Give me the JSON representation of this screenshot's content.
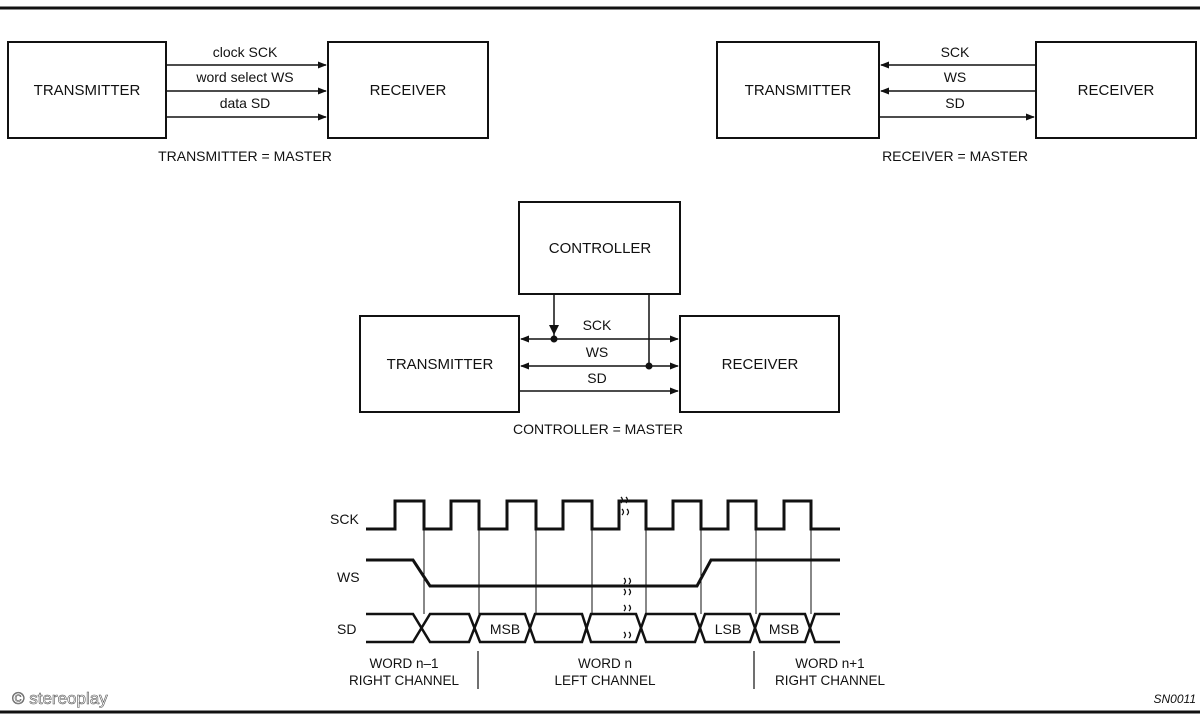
{
  "diagrams": {
    "tx_master": {
      "transmitter": "TRANSMITTER",
      "receiver": "RECEIVER",
      "lines": [
        "clock SCK",
        "word select WS",
        "data SD"
      ],
      "caption": "TRANSMITTER = MASTER"
    },
    "rx_master": {
      "transmitter": "TRANSMITTER",
      "receiver": "RECEIVER",
      "lines": [
        "SCK",
        "WS",
        "SD"
      ],
      "caption": "RECEIVER = MASTER"
    },
    "ctrl_master": {
      "controller": "CONTROLLER",
      "transmitter": "TRANSMITTER",
      "receiver": "RECEIVER",
      "lines": [
        "SCK",
        "WS",
        "SD"
      ],
      "caption": "CONTROLLER = MASTER"
    }
  },
  "timing": {
    "signals": [
      "SCK",
      "WS",
      "SD"
    ],
    "data_labels": [
      "MSB",
      "LSB",
      "MSB"
    ],
    "words": [
      {
        "line1": "WORD n–1",
        "line2": "RIGHT CHANNEL"
      },
      {
        "line1": "WORD n",
        "line2": "LEFT CHANNEL"
      },
      {
        "line1": "WORD n+1",
        "line2": "RIGHT CHANNEL"
      }
    ]
  },
  "watermark": "© stereoplay",
  "figure_code": "SN0011",
  "colors": {
    "ink": "#111111",
    "background": "#ffffff"
  }
}
